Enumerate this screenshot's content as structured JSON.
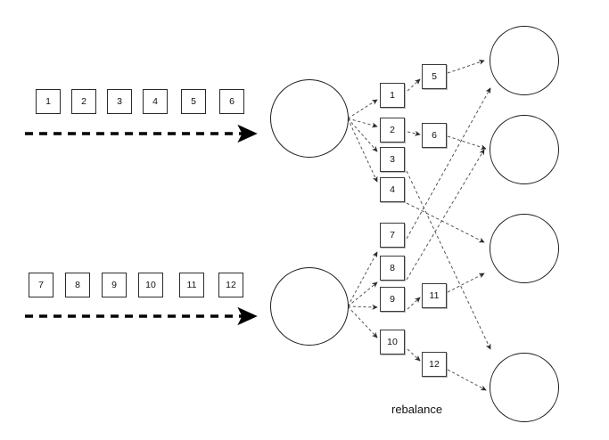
{
  "diagram": {
    "title_caption": "rebalance",
    "colors": {
      "stroke": "#1d1d1d",
      "box_stroke": "#3a3a3a",
      "thick_arrow": "#000000",
      "thin_arrow": "#4a4a4a",
      "background": "#ffffff"
    },
    "input_rows": [
      {
        "name": "input-row-top",
        "boxes": [
          "1",
          "2",
          "3",
          "4",
          "5",
          "6"
        ],
        "arrow": "dashed-right-arrow"
      },
      {
        "name": "input-row-bottom",
        "boxes": [
          "7",
          "8",
          "9",
          "10",
          "11",
          "12"
        ],
        "arrow": "dashed-right-arrow"
      }
    ],
    "source_circles": [
      {
        "name": "source-circle-top",
        "label": ""
      },
      {
        "name": "source-circle-bottom",
        "label": ""
      }
    ],
    "middle_column": {
      "top_group": [
        "1",
        "2",
        "3",
        "4"
      ],
      "top_offset": [
        "5",
        "6"
      ],
      "bottom_group": [
        "7",
        "8",
        "9",
        "10"
      ],
      "bottom_offset": [
        "11",
        "12"
      ]
    },
    "target_circles": [
      {
        "name": "target-circle-1",
        "label": ""
      },
      {
        "name": "target-circle-2",
        "label": ""
      },
      {
        "name": "target-circle-3",
        "label": ""
      },
      {
        "name": "target-circle-4",
        "label": ""
      }
    ],
    "edges": [
      {
        "from": "source-circle-top",
        "to": "1"
      },
      {
        "from": "source-circle-top",
        "to": "2"
      },
      {
        "from": "source-circle-top",
        "to": "3"
      },
      {
        "from": "source-circle-top",
        "to": "4"
      },
      {
        "from": "source-circle-bottom",
        "to": "7"
      },
      {
        "from": "source-circle-bottom",
        "to": "8"
      },
      {
        "from": "source-circle-bottom",
        "to": "9"
      },
      {
        "from": "source-circle-bottom",
        "to": "10"
      },
      {
        "from": "1",
        "to": "5"
      },
      {
        "from": "2",
        "to": "6"
      },
      {
        "from": "9",
        "to": "11"
      },
      {
        "from": "10",
        "to": "12"
      },
      {
        "from": "5",
        "to": "target-circle-1"
      },
      {
        "from": "6",
        "to": "target-circle-2"
      },
      {
        "from": "11",
        "to": "target-circle-3"
      },
      {
        "from": "12",
        "to": "target-circle-4"
      },
      {
        "from": "3",
        "to": "target-circle-4"
      },
      {
        "from": "4",
        "to": "target-circle-3"
      },
      {
        "from": "7",
        "to": "target-circle-1"
      },
      {
        "from": "8",
        "to": "target-circle-2"
      }
    ]
  }
}
